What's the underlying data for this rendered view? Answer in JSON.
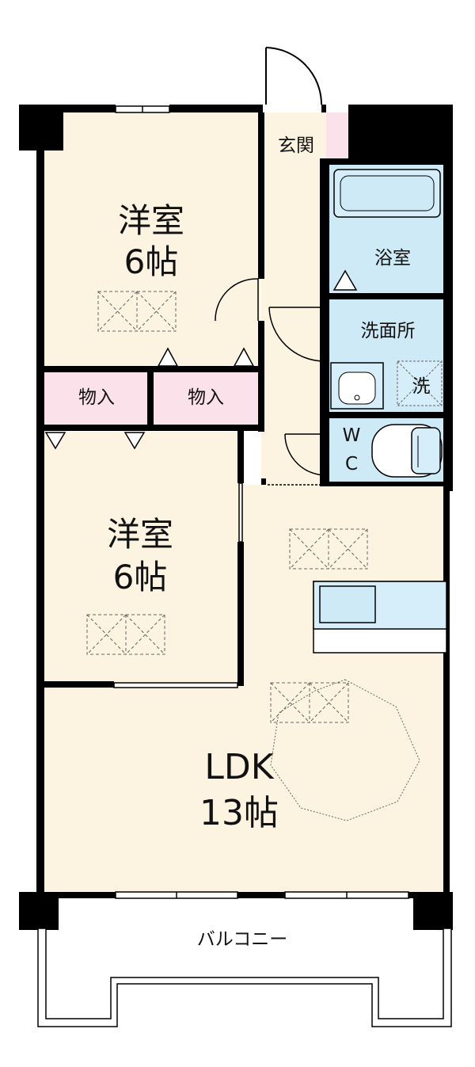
{
  "rooms": {
    "bedroom_top": {
      "name": "洋室",
      "size": "6帖"
    },
    "bedroom_mid": {
      "name": "洋室",
      "size": "6帖"
    },
    "ldk": {
      "name": "LDK",
      "size": "13帖"
    },
    "entrance": "玄関",
    "bathroom": "浴室",
    "washroom": "洗面所",
    "washer": "洗",
    "wc_line1": "W",
    "wc_line2": "C",
    "storage_left": "物入",
    "storage_right": "物入",
    "balcony": "バルコニー"
  },
  "colors": {
    "room_fill": "#fdf3e1",
    "bath_fill": "#cdeaf6",
    "storage_fill": "#fbe1ea",
    "wall": "#000000",
    "fixture_fill": "#d5eef9"
  }
}
